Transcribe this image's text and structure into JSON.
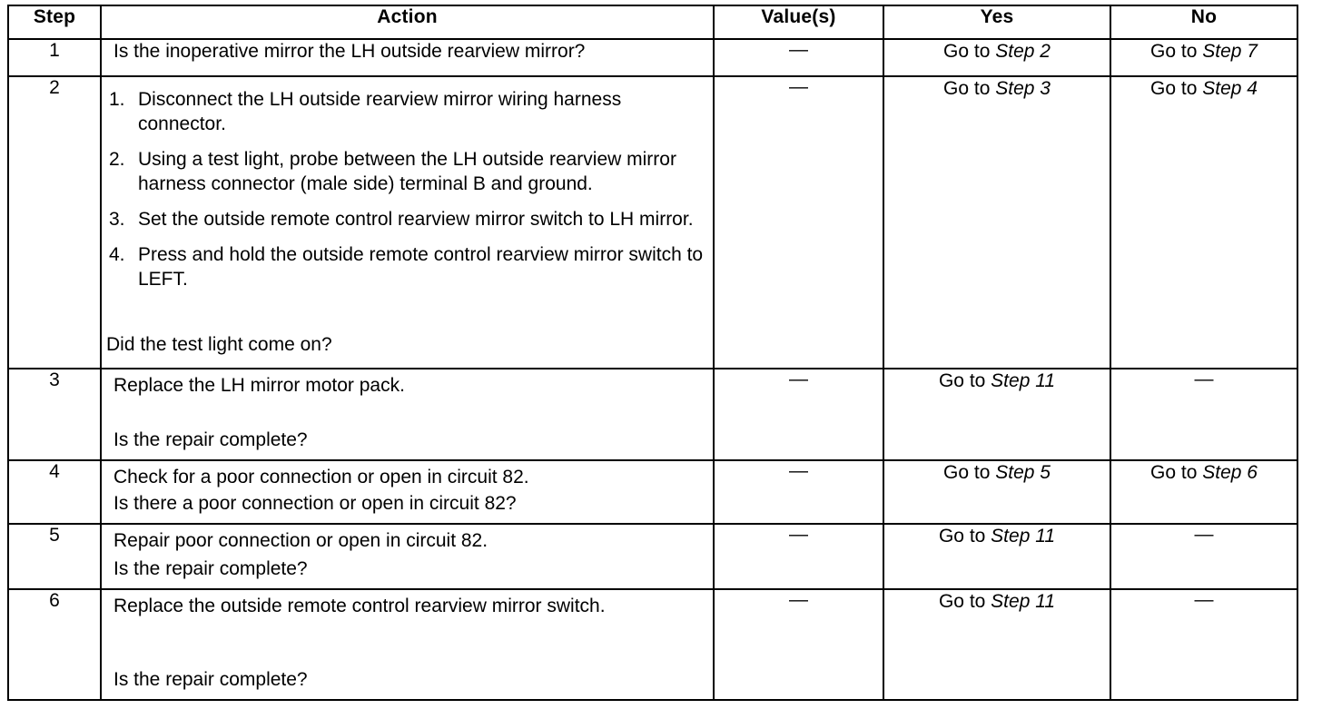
{
  "table": {
    "columns": [
      {
        "key": "step",
        "label": "Step"
      },
      {
        "key": "action",
        "label": "Action"
      },
      {
        "key": "value",
        "label": "Value(s)"
      },
      {
        "key": "yes",
        "label": "Yes"
      },
      {
        "key": "no",
        "label": "No"
      }
    ],
    "dash": "—",
    "goto_prefix": "Go to ",
    "rows": [
      {
        "step": "1",
        "action_lines": [
          "Is the inoperative mirror the LH outside rearview mirror?"
        ],
        "value": "—",
        "yes_prefix": "Go to ",
        "yes_ref": "Step 2",
        "no_prefix": "Go to ",
        "no_ref": "Step 7"
      },
      {
        "step": "2",
        "substeps": [
          {
            "num": "1.",
            "text": "Disconnect the LH outside rearview mirror wiring harness connector."
          },
          {
            "num": "2.",
            "text": "Using a test light, probe between the LH outside rearview mirror harness connector (male side) terminal B and ground."
          },
          {
            "num": "3.",
            "text": "Set the outside remote control rearview mirror switch to LH mirror."
          },
          {
            "num": "4.",
            "text": "Press and hold the outside remote control rearview mirror switch to LEFT."
          }
        ],
        "question": "Did the test light come on?",
        "value": "—",
        "yes_prefix": "Go to ",
        "yes_ref": "Step 3",
        "no_prefix": "Go to ",
        "no_ref": "Step 4"
      },
      {
        "step": "3",
        "instruction": "Replace the LH mirror motor pack.",
        "question": "Is the repair complete?",
        "value": "—",
        "yes_prefix": "Go to ",
        "yes_ref": "Step 11",
        "no_dash": "—"
      },
      {
        "step": "4",
        "instruction": "Check for a poor connection or open in circuit 82.",
        "question": "Is there a poor connection or open in circuit 82?",
        "value": "—",
        "yes_prefix": "Go to ",
        "yes_ref": "Step 5",
        "no_prefix": "Go to ",
        "no_ref": "Step 6"
      },
      {
        "step": "5",
        "instruction": "Repair poor connection or open in circuit 82.",
        "question": "Is the repair complete?",
        "value": "—",
        "yes_prefix": "Go to ",
        "yes_ref": "Step 11",
        "no_dash": "—"
      },
      {
        "step": "6",
        "instruction": "Replace the outside remote control rearview mirror switch.",
        "question": "Is the repair complete?",
        "value": "—",
        "yes_prefix": "Go to ",
        "yes_ref": "Step 11",
        "no_dash": "—"
      }
    ]
  }
}
